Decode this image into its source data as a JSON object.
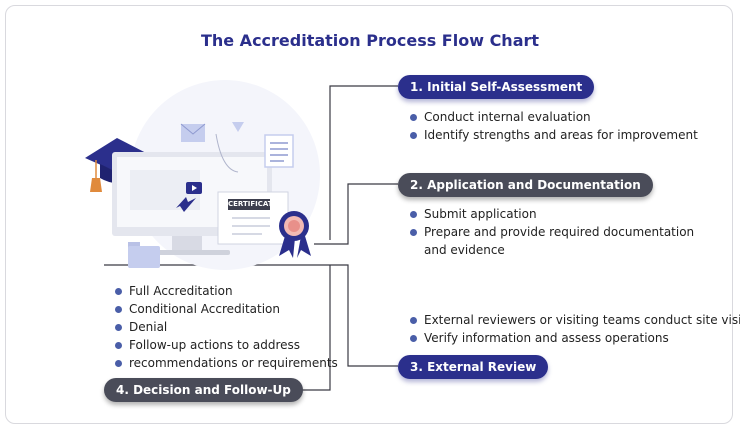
{
  "title": "The Accreditation Process Flow Chart",
  "certificate_label": "CERTIFICATE",
  "steps": [
    {
      "label": "1. Initial Self-Assessment",
      "bullets": [
        "Conduct internal evaluation",
        "Identify strengths and areas for improvement"
      ]
    },
    {
      "label": "2. Application and Documentation",
      "bullets": [
        "Submit application",
        "Prepare and provide required documentation",
        "and evidence"
      ]
    },
    {
      "label": "3. External Review",
      "bullets": [
        "External reviewers or visiting teams conduct site visit",
        "Verify information and assess operations"
      ]
    },
    {
      "label": "4. Decision and Follow-Up",
      "bullets": [
        "Full Accreditation",
        "Conditional Accreditation",
        "Denial",
        "Follow-up actions to address",
        "recommendations or requirements"
      ]
    }
  ],
  "colors": {
    "primary": "#2b2f8c",
    "secondary": "#4a4c59",
    "bullet": "#4a5ea8"
  }
}
